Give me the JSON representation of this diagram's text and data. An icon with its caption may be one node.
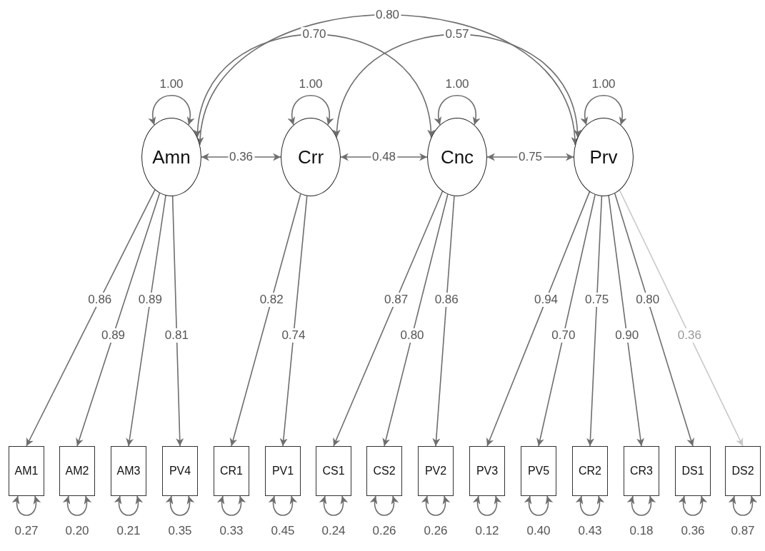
{
  "diagram": {
    "nodes": [
      {
        "text": [
          "Amn"
        ]
      },
      {
        "text": [
          "Crr"
        ]
      },
      {
        "text": [
          "Cnc"
        ]
      },
      {
        "text": [
          "Prv"
        ]
      },
      {
        "text": [
          "AM1"
        ]
      },
      {
        "text": [
          "AM2"
        ]
      },
      {
        "text": [
          "AM3"
        ]
      },
      {
        "text": [
          "PV4"
        ]
      },
      {
        "text": [
          "CR1"
        ]
      },
      {
        "text": [
          "PV1"
        ]
      },
      {
        "text": [
          "CS1"
        ]
      },
      {
        "text": [
          "CS2"
        ]
      },
      {
        "text": [
          "PV2"
        ]
      },
      {
        "text": [
          "PV3"
        ]
      },
      {
        "text": [
          "PV5"
        ]
      },
      {
        "text": [
          "CR2"
        ]
      },
      {
        "text": [
          "CR3"
        ]
      },
      {
        "text": [
          "DS1"
        ]
      },
      {
        "text": [
          "DS2"
        ]
      }
    ],
    "edges": [
      {
        "from": 0,
        "to": 4,
        "arrow": "to",
        "label": "0.86"
      },
      {
        "from": 0,
        "to": 5,
        "arrow": "to",
        "label": "0.89"
      },
      {
        "from": 0,
        "to": 6,
        "arrow": "to",
        "label": "0.89"
      },
      {
        "from": 0,
        "to": 7,
        "arrow": "to",
        "label": "0.81"
      },
      {
        "from": 1,
        "to": 8,
        "arrow": "to",
        "label": "0.82"
      },
      {
        "from": 1,
        "to": 9,
        "arrow": "to",
        "label": "0.74"
      },
      {
        "from": 2,
        "to": 10,
        "arrow": "to",
        "label": "0.87"
      },
      {
        "from": 2,
        "to": 11,
        "arrow": "to",
        "label": "0.80"
      },
      {
        "from": 2,
        "to": 12,
        "arrow": "to",
        "label": "0.86"
      },
      {
        "from": 3,
        "to": 13,
        "arrow": "to",
        "label": "0.94"
      },
      {
        "from": 3,
        "to": 14,
        "arrow": "to",
        "label": "0.70"
      },
      {
        "from": 3,
        "to": 15,
        "arrow": "to",
        "label": "0.75"
      },
      {
        "from": 3,
        "to": 16,
        "arrow": "to",
        "label": "0.90"
      },
      {
        "from": 3,
        "to": 17,
        "arrow": "to",
        "label": "0.80"
      },
      {
        "from": 3,
        "to": 18,
        "arrow": "to",
        "label": "0.36",
        "color": "#c8c8c8"
      },
      {
        "from": 0,
        "to": 0,
        "arrow": "both",
        "label": "1.00"
      },
      {
        "from": 1,
        "to": 1,
        "arrow": "both",
        "label": "1.00"
      },
      {
        "from": 2,
        "to": 2,
        "arrow": "both",
        "label": "1.00"
      },
      {
        "from": 3,
        "to": 3,
        "arrow": "both",
        "label": "1.00"
      },
      {
        "from": 0,
        "to": 1,
        "arrow": "both",
        "label": "0.36"
      },
      {
        "from": 1,
        "to": 2,
        "arrow": "both",
        "label": "0.48"
      },
      {
        "from": 2,
        "to": 3,
        "arrow": "both",
        "label": "0.75"
      },
      {
        "from": 0,
        "to": 2,
        "arrow": "both",
        "label": "0.70"
      },
      {
        "from": 1,
        "to": 3,
        "arrow": "both",
        "label": "0.57"
      },
      {
        "from": 0,
        "to": 3,
        "arrow": "both",
        "label": "0.80"
      },
      {
        "from": 4,
        "to": 4,
        "arrow": "both",
        "label": "0.27"
      },
      {
        "from": 5,
        "to": 5,
        "arrow": "both",
        "label": "0.20"
      },
      {
        "from": 6,
        "to": 6,
        "arrow": "both",
        "label": "0.21"
      },
      {
        "from": 7,
        "to": 7,
        "arrow": "both",
        "label": "0.35"
      },
      {
        "from": 8,
        "to": 8,
        "arrow": "both",
        "label": "0.33"
      },
      {
        "from": 9,
        "to": 9,
        "arrow": "both",
        "label": "0.45"
      },
      {
        "from": 10,
        "to": 10,
        "arrow": "both",
        "label": "0.24"
      },
      {
        "from": 11,
        "to": 11,
        "arrow": "both",
        "label": "0.26"
      },
      {
        "from": 12,
        "to": 12,
        "arrow": "both",
        "label": "0.26"
      },
      {
        "from": 13,
        "to": 13,
        "arrow": "both",
        "label": "0.12"
      },
      {
        "from": 14,
        "to": 14,
        "arrow": "both",
        "label": "0.40"
      },
      {
        "from": 15,
        "to": 15,
        "arrow": "both",
        "label": "0.43"
      },
      {
        "from": 16,
        "to": 16,
        "arrow": "both",
        "label": "0.18"
      },
      {
        "from": 17,
        "to": 17,
        "arrow": "both",
        "label": "0.36"
      },
      {
        "from": 18,
        "to": 18,
        "arrow": "both",
        "label": "0.87"
      }
    ]
  }
}
